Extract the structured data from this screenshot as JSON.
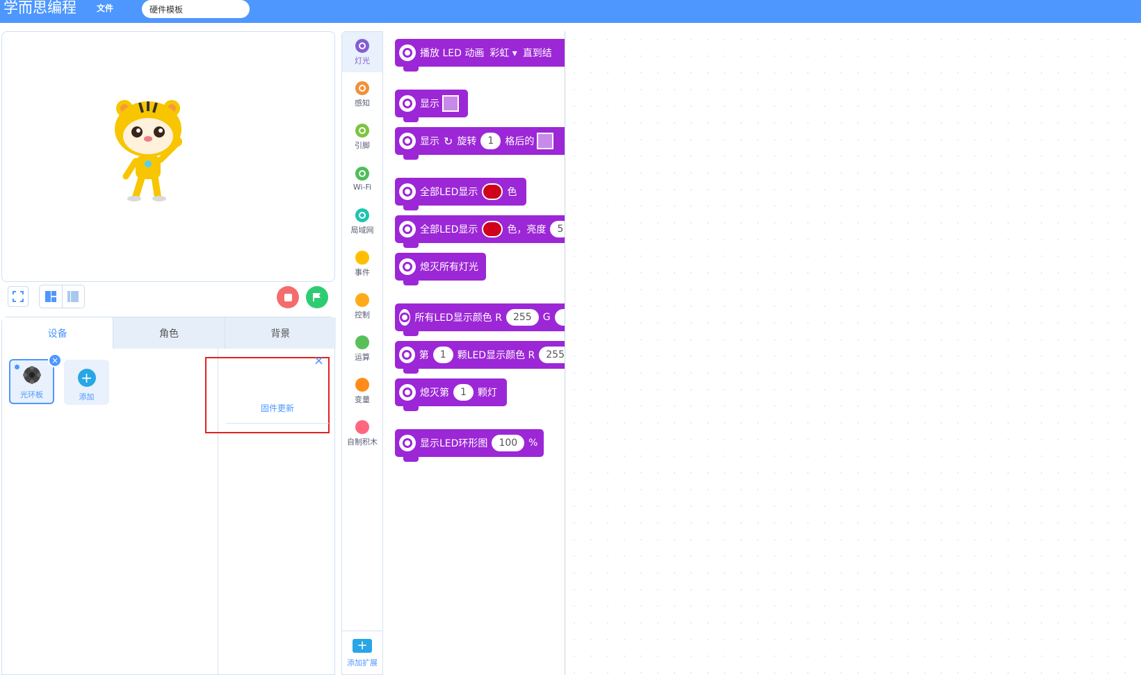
{
  "header": {
    "logo": "学而思编程",
    "file_menu": "文件",
    "project_name": "硬件模板"
  },
  "panel": {
    "tabs": [
      {
        "label": "设备",
        "active": true
      },
      {
        "label": "角色",
        "active": false
      },
      {
        "label": "背景",
        "active": false
      }
    ],
    "devices": [
      {
        "label": "光环板"
      }
    ],
    "add_label": "添加",
    "popup": {
      "close_icon": "×",
      "item": "固件更新"
    }
  },
  "categories": [
    {
      "label": "灯光",
      "color": "#855cd6",
      "active": true
    },
    {
      "label": "感知",
      "color": "#f0913a"
    },
    {
      "label": "引脚",
      "color": "#7ec43e"
    },
    {
      "label": "Wi-Fi",
      "color": "#4cbf56"
    },
    {
      "label": "局域网",
      "color": "#20c4b0"
    },
    {
      "label": "事件",
      "color": "#ffbf00"
    },
    {
      "label": "控制",
      "color": "#ffab19"
    },
    {
      "label": "运算",
      "color": "#59c059"
    },
    {
      "label": "变量",
      "color": "#ff8c1a"
    },
    {
      "label": "自制积木",
      "color": "#ff6680"
    }
  ],
  "extension": {
    "label": "添加扩展",
    "icon": "+"
  },
  "blocks": {
    "b1": {
      "text": "播放 LED 动画",
      "dropdown": "彩虹 ▾",
      "tail": "直到结"
    },
    "b2": {
      "text": "显示"
    },
    "b3": {
      "text": "显示",
      "rotate": "旋转",
      "value": "1",
      "tail": "格后的"
    },
    "b4": {
      "text": "全部LED显示",
      "tail": "色"
    },
    "b5": {
      "text": "全部LED显示",
      "tail": "色，亮度",
      "value": "5"
    },
    "b6": {
      "text": "熄灭所有灯光"
    },
    "b7": {
      "text": "所有LED显示颜色 R",
      "value": "255",
      "tail": "G"
    },
    "b8": {
      "pre": "第",
      "value": "1",
      "text": "颗LED显示颜色 R",
      "value2": "255"
    },
    "b9": {
      "pre": "熄灭第",
      "value": "1",
      "text": "颗灯"
    },
    "b10": {
      "text": "显示LED环形图",
      "value": "100",
      "tail": "%"
    }
  },
  "colors": {
    "header": "#4d97ff",
    "block": "#9c27d6",
    "stop_button": "#f56c6c",
    "go_button": "#2ecc71"
  }
}
